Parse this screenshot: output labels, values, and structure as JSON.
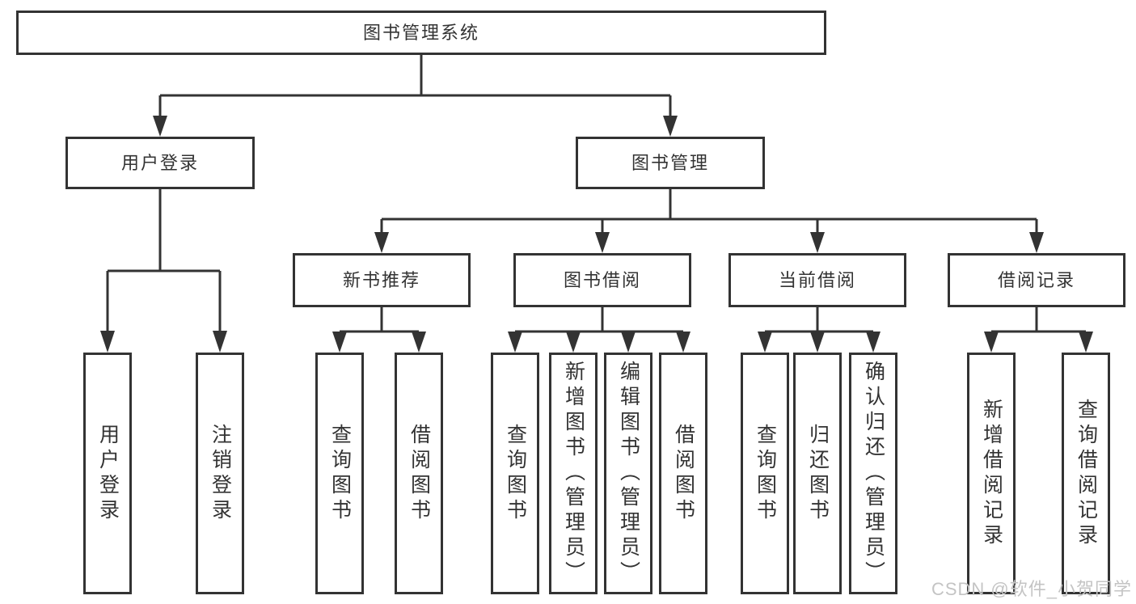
{
  "nodes": {
    "root": {
      "label": "图书管理系统"
    },
    "level2": [
      {
        "label": "用户登录"
      },
      {
        "label": "图书管理"
      }
    ],
    "level3": [
      {
        "label": "新书推荐"
      },
      {
        "label": "图书借阅"
      },
      {
        "label": "当前借阅"
      },
      {
        "label": "借阅记录"
      }
    ],
    "leaves": [
      {
        "label": "用户登录"
      },
      {
        "label": "注销登录"
      },
      {
        "label": "查询图书"
      },
      {
        "label": "借阅图书"
      },
      {
        "label": "查询图书"
      },
      {
        "label": "新增图书（管理员）"
      },
      {
        "label": "编辑图书（管理员）"
      },
      {
        "label": "借阅图书"
      },
      {
        "label": "查询图书"
      },
      {
        "label": "归还图书"
      },
      {
        "label": "确认归还（管理员）"
      },
      {
        "label": "新增借阅记录"
      },
      {
        "label": "查询借阅记录"
      }
    ]
  },
  "watermark": "CSDN @软件_小贺同学",
  "colors": {
    "line": "#333333",
    "box_border": "#333333",
    "box_fill": "#ffffff",
    "text": "#333333",
    "watermark": "#c4c4c4",
    "background": "#ffffff"
  }
}
